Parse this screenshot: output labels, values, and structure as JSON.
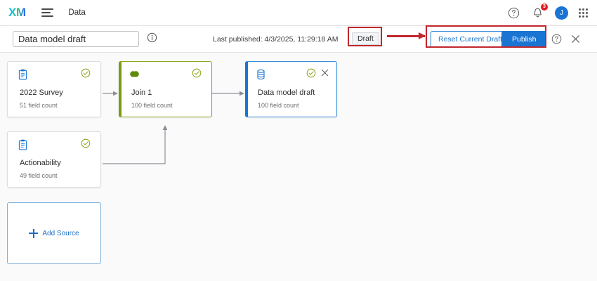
{
  "topnav": {
    "logo": "XM",
    "menu_icon": "hamburger-icon",
    "section": "Data",
    "help_icon": "help-circle-icon",
    "notifications_icon": "bell-icon",
    "notifications_count": "3",
    "avatar_initial": "J",
    "apps_icon": "grid-apps-icon"
  },
  "toolbar": {
    "title_value": "Data model draft",
    "title_placeholder": "Data model draft",
    "info_icon": "info-circle-icon",
    "last_published": "Last published: 4/3/2025, 11:29:18 AM",
    "status_badge": "Draft",
    "reset_label": "Reset Current Draft",
    "publish_label": "Publish",
    "help_icon": "help-circle-icon",
    "close_icon": "close-x-icon"
  },
  "annotations": {
    "highlight_color": "#c1272d",
    "arrow_icon": "right-arrow-annotation"
  },
  "canvas": {
    "background": "#fafafa",
    "nodes": [
      {
        "id": "survey-2022",
        "icon": "clipboard-survey-icon",
        "title": "2022 Survey",
        "subtitle": "51 field count",
        "status_icon": "check-circle-icon",
        "selected": false
      },
      {
        "id": "join-1",
        "icon": "venn-join-icon",
        "title": "Join 1",
        "subtitle": "100 field count",
        "status_icon": "check-circle-icon",
        "selected": true,
        "accent": "#7d9a17"
      },
      {
        "id": "data-model-draft",
        "icon": "database-icon",
        "title": "Data model draft",
        "subtitle": "100 field count",
        "status_icon": "check-circle-icon",
        "close_icon": "close-x-icon",
        "selected": true,
        "accent": "#1a75d2"
      },
      {
        "id": "actionability",
        "icon": "clipboard-survey-icon",
        "title": "Actionability",
        "subtitle": "49 field count",
        "status_icon": "check-circle-icon",
        "selected": false
      }
    ],
    "add_source": {
      "label": "Add Source",
      "icon": "plus-icon"
    }
  },
  "colors": {
    "brand_blue": "#1a75d2",
    "accent_green": "#7d9a17",
    "badge_red": "#e01b22",
    "annotation_red": "#c1272d"
  }
}
